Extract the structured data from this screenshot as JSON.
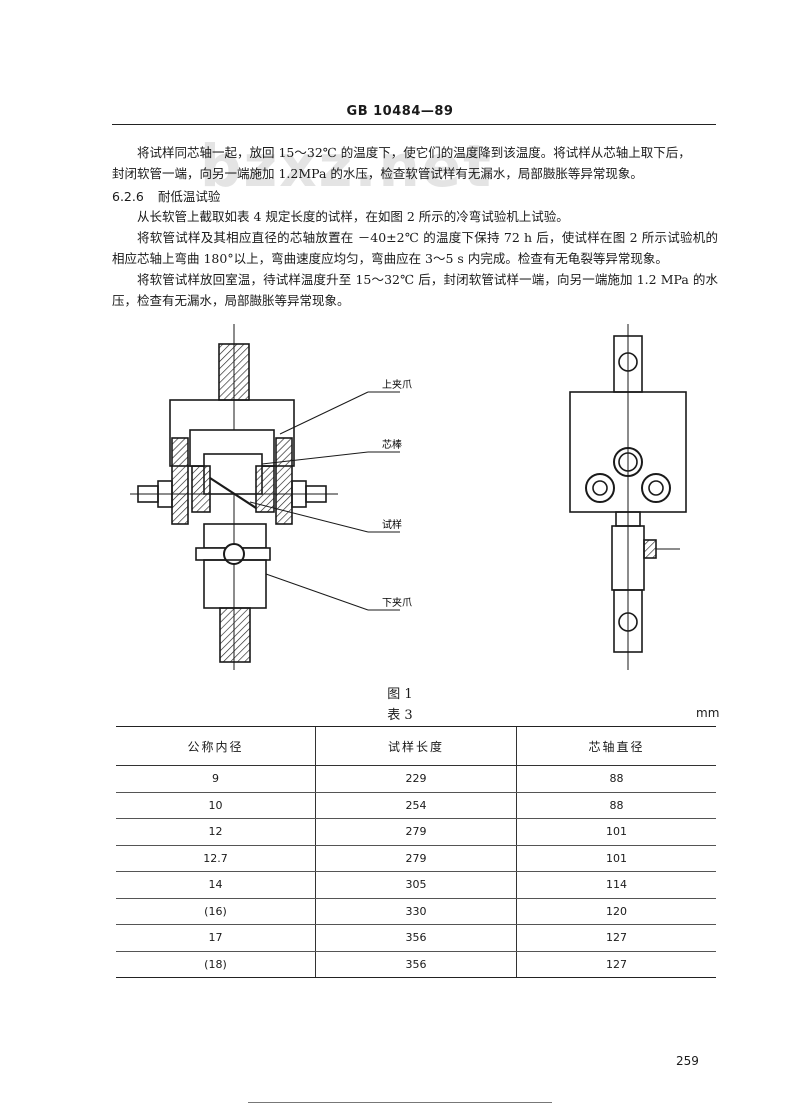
{
  "header": {
    "doc_number": "GB 10484—89"
  },
  "watermark": "bzxz.net",
  "paragraph1": {
    "line1": "将试样同芯轴一起，放回 15～32℃ 的温度下，使它们的温度降到该温度。将试样从芯轴上取下后，",
    "line2": "封闭软管一端，向另一端施加 1.2MPa 的水压，检查软管试样有无漏水，局部臌胀等异常现象。"
  },
  "section": {
    "number": "6.2.6",
    "title": "耐低温试验"
  },
  "paragraphs": [
    "从长软管上截取如表 4 规定长度的试样，在如图 2 所示的冷弯试验机上试验。",
    "将软管试样及其相应直径的芯轴放置在 －40±2℃ 的温度下保持 72 h 后，使试样在图 2 所示试验机的相应芯轴上弯曲 180°以上，弯曲速度应均匀，弯曲应在 3～5 s 内完成。检查有无龟裂等异常现象。",
    "将软管试样放回室温，待试样温度升至 15～32℃ 后，封闭软管试样一端，向另一端施加 1.2 MPa 的水压，检查有无漏水，局部臌胀等异常现象。"
  ],
  "figure": {
    "labels": {
      "upper_clamp": "上夹爪",
      "mandrel": "芯棒",
      "specimen": "试样",
      "lower_clamp": "下夹爪"
    },
    "caption": "图 1"
  },
  "table": {
    "caption": "表 3",
    "unit": "mm",
    "headers": [
      "公称内径",
      "试样长度",
      "芯轴直径"
    ],
    "rows": [
      [
        "9",
        "229",
        "88"
      ],
      [
        "10",
        "254",
        "88"
      ],
      [
        "12",
        "279",
        "101"
      ],
      [
        "12.7",
        "279",
        "101"
      ],
      [
        "14",
        "305",
        "114"
      ],
      [
        "(16)",
        "330",
        "120"
      ],
      [
        "17",
        "356",
        "127"
      ],
      [
        "(18)",
        "356",
        "127"
      ]
    ]
  },
  "page_number": "259"
}
